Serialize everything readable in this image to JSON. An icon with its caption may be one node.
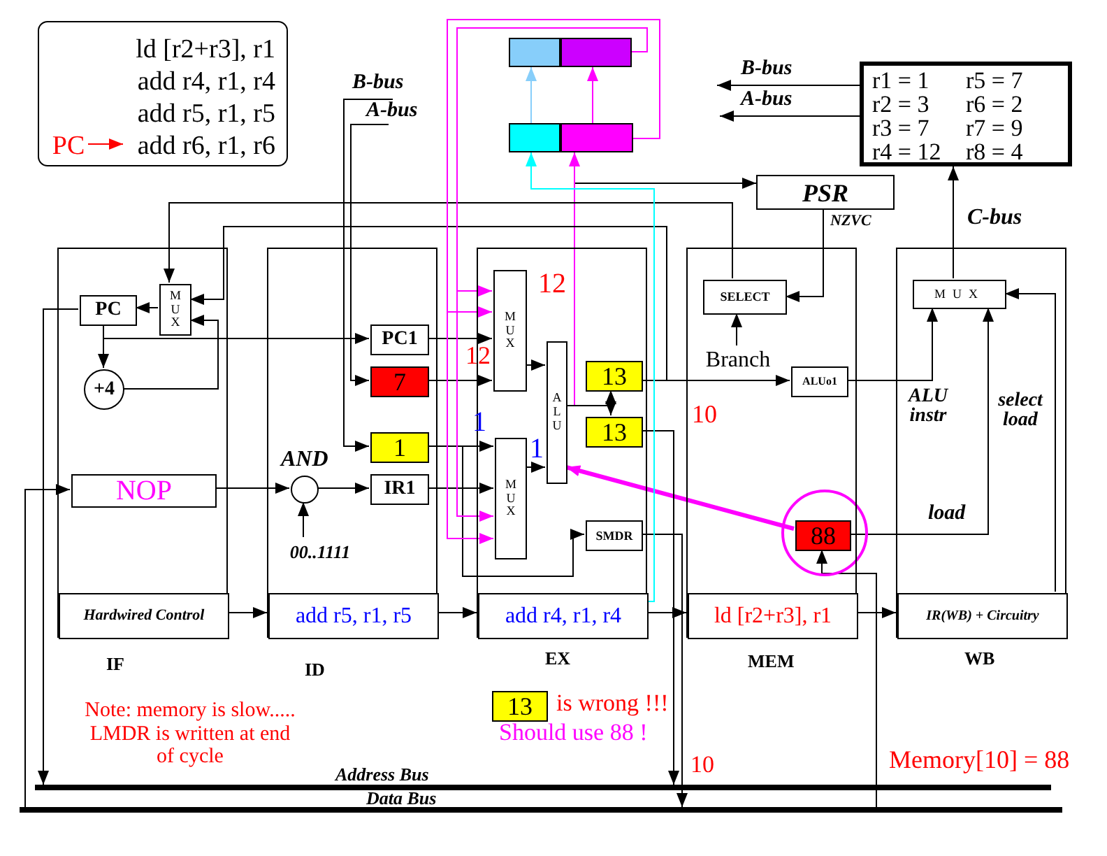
{
  "diagram": {
    "nodes": [
      {
        "text": [
          "ld [r2+r3], r1",
          "add r4, r1, r4",
          "add r5, r1, r5",
          "add r6, r1, r6"
        ]
      },
      {
        "text": [
          "PC"
        ],
        "in": 0
      },
      {
        "text": [],
        "shape": "box"
      },
      {
        "text": [],
        "shape": "box"
      },
      {
        "text": [],
        "shape": "box"
      },
      {
        "text": [],
        "shape": "box"
      },
      {
        "text": [
          "r1 = 1",
          "r2 = 3",
          "r3 = 7",
          "r4 = 12",
          "r5 = 7",
          "r6 = 2",
          "r7 = 9",
          "r8 = 4"
        ]
      },
      {
        "text": [
          "PSR"
        ]
      },
      {
        "text": [],
        "shape": "box",
        "beside": [
          "IF"
        ]
      },
      {
        "text": [
          "PC"
        ],
        "in": 8
      },
      {
        "text": [
          "MUX"
        ],
        "in": 8
      },
      {
        "text": [
          "+4"
        ],
        "in": 8
      },
      {
        "text": [
          "NOP"
        ],
        "in": 8
      },
      {
        "text": [
          "Hardwired Control"
        ],
        "in": 8
      },
      {
        "text": [],
        "shape": "box",
        "beside": [
          "ID"
        ]
      },
      {
        "text": [
          "PC1"
        ],
        "in": 14
      },
      {
        "text": [
          "7"
        ],
        "in": 14
      },
      {
        "text": [
          "1"
        ],
        "in": 14
      },
      {
        "text": [
          "IR1"
        ],
        "in": 14
      },
      {
        "text": [],
        "shape": "circle",
        "beside": [
          "AND"
        ],
        "in": 14
      },
      {
        "text": [
          "00..1111"
        ],
        "in": 14
      },
      {
        "text": [
          "add r5, r1, r5"
        ],
        "in": 14
      },
      {
        "text": [],
        "shape": "box",
        "beside": [
          "EX"
        ]
      },
      {
        "text": [
          "MUX"
        ],
        "in": 22
      },
      {
        "text": [
          "MUX"
        ],
        "in": 22
      },
      {
        "text": [
          "ALU"
        ],
        "in": 22
      },
      {
        "text": [
          "13"
        ],
        "in": 22
      },
      {
        "text": [
          "13"
        ],
        "in": 22
      },
      {
        "text": [
          "SMDR"
        ],
        "in": 22
      },
      {
        "text": [
          "add r4, r1, r4"
        ],
        "in": 22
      },
      {
        "text": [],
        "shape": "box",
        "beside": [
          "MEM"
        ]
      },
      {
        "text": [
          "SELECT"
        ],
        "in": 30
      },
      {
        "text": [
          "Branch"
        ],
        "in": 30
      },
      {
        "text": [
          "ALUo1"
        ],
        "in": 30
      },
      {
        "text": [
          "88"
        ],
        "in": 30
      },
      {
        "text": [
          "ld [r2+r3], r1"
        ],
        "in": 30
      },
      {
        "text": [],
        "shape": "box",
        "beside": [
          "WB"
        ]
      },
      {
        "text": [
          "MUX"
        ],
        "in": 36
      },
      {
        "text": [
          "IR(WB) + Circuitry"
        ],
        "in": 36
      },
      {
        "text": [
          "13"
        ]
      },
      {
        "text": [],
        "shape": "bar",
        "beside": [
          "Address Bus"
        ]
      },
      {
        "text": [],
        "shape": "bar",
        "beside": [
          "Data Bus"
        ]
      }
    ],
    "edges": [
      {
        "from": 1,
        "to": null,
        "arrow": "to",
        "color": "#ff0000"
      },
      {
        "from": 4,
        "to": 2,
        "arrow": "to",
        "color": "#87cefa"
      },
      {
        "from": 5,
        "to": 3,
        "arrow": "to",
        "color": "#ff00ff"
      },
      {
        "from": 6,
        "to": null,
        "arrow": "to",
        "label": "B-bus"
      },
      {
        "from": 6,
        "to": null,
        "arrow": "to",
        "label": "A-bus"
      },
      {
        "from": null,
        "to": 17,
        "arrow": "to",
        "label": "B-bus"
      },
      {
        "from": null,
        "to": 16,
        "arrow": "to",
        "label": "A-bus"
      },
      {
        "from": 37,
        "to": 6,
        "arrow": "to",
        "label": "C-bus"
      },
      {
        "from": 7,
        "to": 31,
        "arrow": "to",
        "label": "NZVC"
      },
      {
        "from": 25,
        "to": 7,
        "arrow": "to"
      },
      {
        "from": 25,
        "to": 5,
        "arrow": "to",
        "color": "#ff00ff"
      },
      {
        "from": 25,
        "to": 26,
        "arrow": "to"
      },
      {
        "from": 25,
        "to": 27,
        "arrow": "to"
      },
      {
        "from": 26,
        "to": 33,
        "arrow": "to"
      },
      {
        "from": 32,
        "to": 31,
        "arrow": "to"
      },
      {
        "from": 31,
        "to": 10,
        "arrow": "to"
      },
      {
        "from": 26,
        "to": 10,
        "arrow": "to"
      },
      {
        "from": 11,
        "to": 10,
        "arrow": "to"
      },
      {
        "from": 10,
        "to": 9,
        "arrow": "to"
      },
      {
        "from": 9,
        "to": 11,
        "arrow": "to"
      },
      {
        "from": 9,
        "to": 15,
        "arrow": "to"
      },
      {
        "from": 9,
        "to": 40,
        "arrow": "to"
      },
      {
        "from": 41,
        "to": 12,
        "arrow": "to"
      },
      {
        "from": 12,
        "to": 19,
        "arrow": "to"
      },
      {
        "from": 20,
        "to": 19,
        "arrow": "to"
      },
      {
        "from": 19,
        "to": 18,
        "arrow": "to"
      },
      {
        "from": 15,
        "to": 23,
        "arrow": "to"
      },
      {
        "from": 16,
        "to": 23,
        "arrow": "to"
      },
      {
        "from": 17,
        "to": 24,
        "arrow": "to"
      },
      {
        "from": 18,
        "to": 24,
        "arrow": "to"
      },
      {
        "from": 23,
        "to": 25,
        "arrow": "to"
      },
      {
        "from": 24,
        "to": 25,
        "arrow": "to"
      },
      {
        "from": 17,
        "to": 28,
        "arrow": "to"
      },
      {
        "from": 3,
        "to": 23,
        "arrow": "to",
        "color": "#ff00ff"
      },
      {
        "from": 3,
        "to": 24,
        "arrow": "to",
        "color": "#ff00ff"
      },
      {
        "from": 5,
        "to": 23,
        "arrow": "to",
        "color": "#ff00ff"
      },
      {
        "from": 5,
        "to": 24,
        "arrow": "to",
        "color": "#ff00ff"
      },
      {
        "from": 34,
        "to": 25,
        "arrow": "to",
        "style": "thick",
        "color": "#ff00ff"
      },
      {
        "from": 34,
        "to": 37,
        "arrow": "to",
        "label": "load"
      },
      {
        "from": 33,
        "to": 37,
        "arrow": "to",
        "label": "ALU instr"
      },
      {
        "from": 38,
        "to": 37,
        "arrow": "to",
        "label": "select load"
      },
      {
        "from": 27,
        "to": 40,
        "arrow": "to",
        "label": "10"
      },
      {
        "from": 28,
        "to": 41,
        "arrow": "to"
      },
      {
        "from": 41,
        "to": 34,
        "arrow": "to"
      },
      {
        "from": 13,
        "to": 21,
        "arrow": "to"
      },
      {
        "from": 21,
        "to": 29,
        "arrow": "to"
      },
      {
        "from": 29,
        "to": 35,
        "arrow": "to"
      },
      {
        "from": 35,
        "to": 38,
        "arrow": "to"
      },
      {
        "from": 29,
        "to": 4,
        "arrow": "to",
        "color": "#00ffff"
      }
    ],
    "labels": [
      "12",
      "12",
      "1",
      "1",
      "is wrong !!!",
      "Should use 88 !",
      "Note: memory is slow..... LMDR is written at end of cycle",
      "10",
      "Memory[10] = 88"
    ]
  }
}
